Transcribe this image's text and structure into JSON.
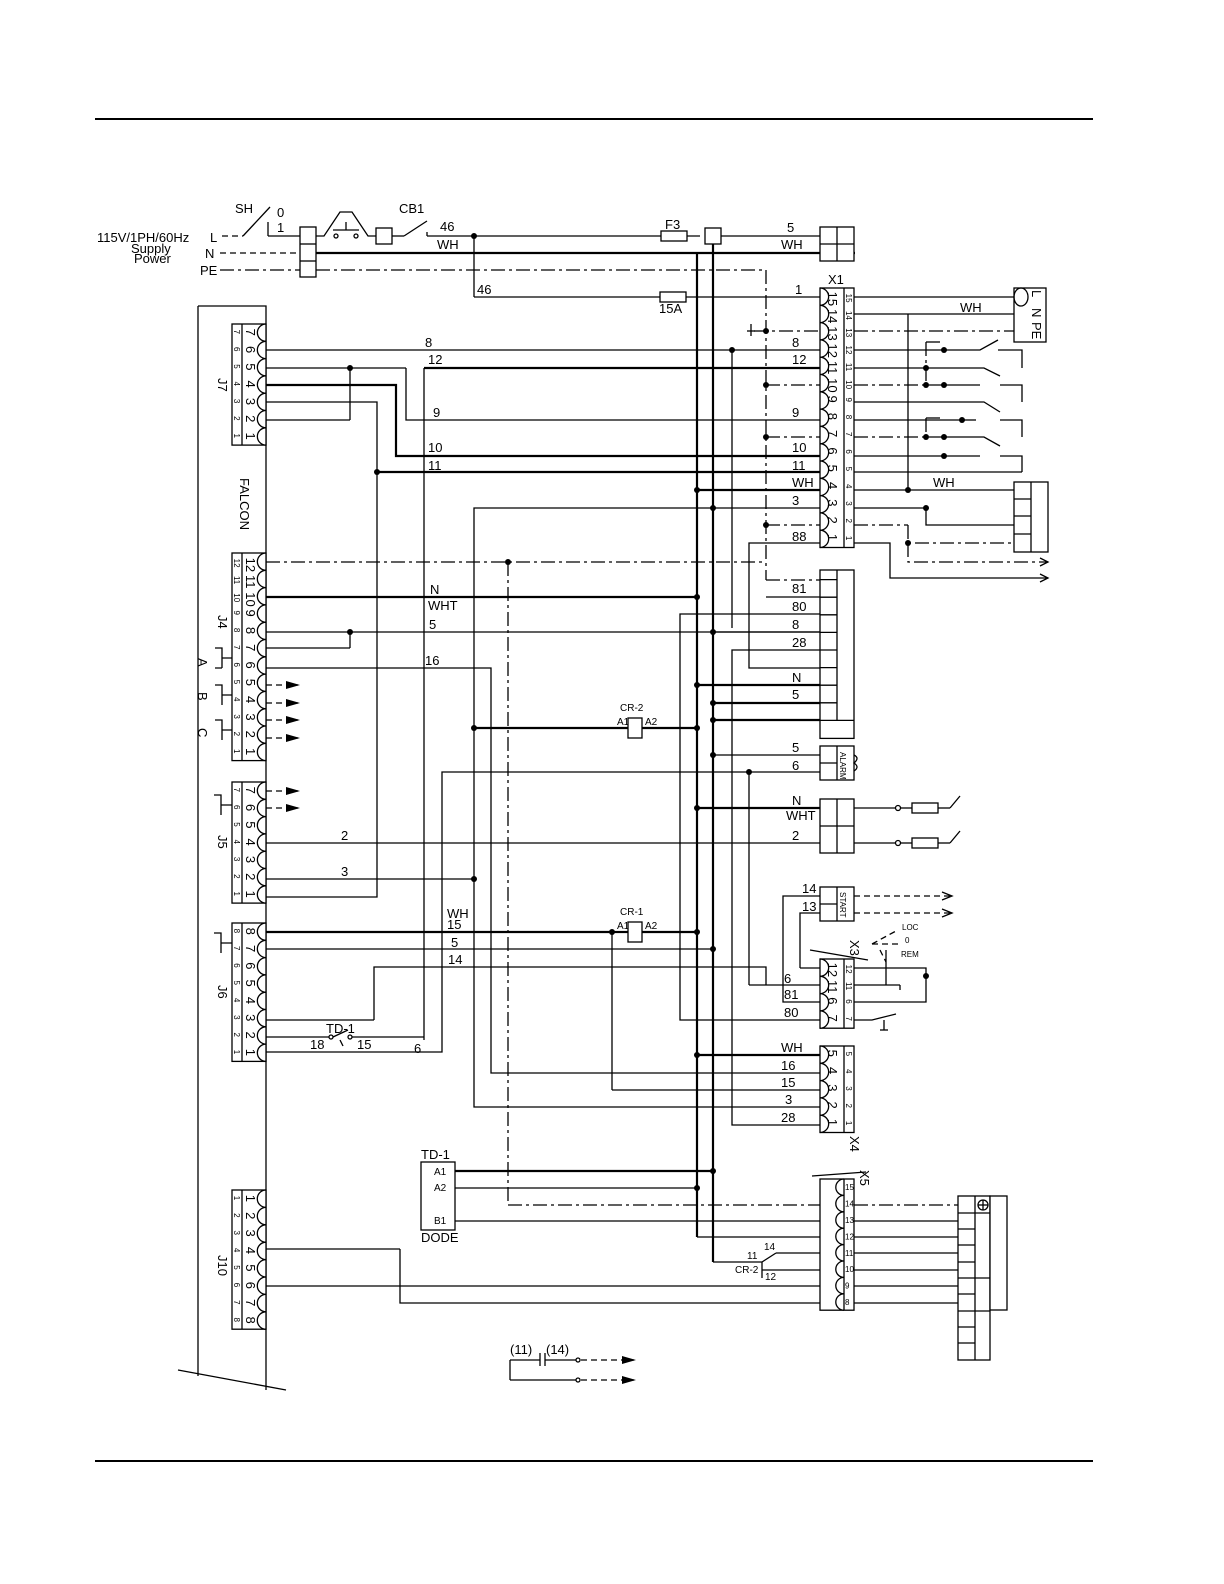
{
  "supply": {
    "spec": "115V/1PH/60Hz",
    "line1": "Supply",
    "line2": "Power",
    "l": "L",
    "n": "N",
    "pe": "PE"
  },
  "switch": {
    "name": "SH",
    "off": "0",
    "on": "1"
  },
  "breaker": {
    "name": "CB1"
  },
  "fuse_f3": "F3",
  "fuse_15a": "15A",
  "controller_name": "FALCON",
  "connectors": {
    "j7": {
      "name": "J7",
      "pins": [
        "7",
        "6",
        "5",
        "4",
        "3",
        "2",
        "1"
      ]
    },
    "j4": {
      "name": "J4",
      "pins": [
        "12",
        "11",
        "10",
        "9",
        "8",
        "7",
        "6",
        "5",
        "4",
        "3",
        "2",
        "1"
      ]
    },
    "j5": {
      "name": "J5",
      "pins": [
        "7",
        "6",
        "5",
        "4",
        "3",
        "2",
        "1"
      ]
    },
    "j6": {
      "name": "J6",
      "pins": [
        "8",
        "7",
        "6",
        "5",
        "4",
        "3",
        "2",
        "1"
      ]
    },
    "j10": {
      "name": "J10",
      "pins": [
        "1",
        "2",
        "3",
        "4",
        "5",
        "6",
        "7",
        "8"
      ]
    }
  },
  "contact_labels": {
    "a": "A",
    "b": "B",
    "c": "C"
  },
  "terminals": {
    "x1": {
      "name": "X1",
      "pins": [
        "15",
        "14",
        "13",
        "12",
        "11",
        "10",
        "9",
        "8",
        "7",
        "6",
        "5",
        "4",
        "3",
        "2",
        "1"
      ]
    },
    "x3": {
      "name": "X3",
      "pins": [
        "12",
        "11",
        "6",
        "7"
      ]
    },
    "x4": {
      "name": "X4",
      "pins": [
        "5",
        "4",
        "3",
        "2",
        "1"
      ]
    },
    "x5": {
      "name": "X5",
      "pins": [
        "15",
        "14",
        "13",
        "12",
        "11",
        "10",
        "9",
        "8"
      ]
    }
  },
  "plug_labels": [
    "L",
    "N",
    "PE"
  ],
  "wire_labels": {
    "w46a": "46",
    "wh_top": "WH",
    "w46b": "46",
    "w5_top": "5",
    "wh_top2": "WH",
    "w1": "1",
    "j7_8": "8",
    "j7_12": "12",
    "j7_9": "9",
    "j7_10": "10",
    "j7_11": "11",
    "x1_8": "8",
    "x1_12": "12",
    "x1_9": "9",
    "x1_10": "10",
    "x1_11": "11",
    "x1_wh": "WH",
    "x1_3": "3",
    "x1_88": "88",
    "wh_plug": "WH",
    "wh_right": "WH",
    "j4_n": "N",
    "j4_wht": "WHT",
    "j4_5": "5",
    "j4_16": "16",
    "b_81": "81",
    "b_80": "80",
    "b_8": "8",
    "b_28": "28",
    "b_n": "N",
    "b_5": "5",
    "al_5": "5",
    "al_6": "6",
    "r_n": "N",
    "r_wht": "WHT",
    "r_2": "2",
    "j5_2": "2",
    "j5_3": "3",
    "j6_wh": "WH",
    "j6_15": "15",
    "j6_5": "5",
    "j6_14": "14",
    "s_14": "14",
    "s_13": "13",
    "x3_6": "6",
    "x3_81": "81",
    "x3_80": "80",
    "x4_wh": "WH",
    "x4_16": "16",
    "x4_15": "15",
    "x4_3": "3",
    "x4_28": "28",
    "td_18": "18",
    "td_15": "15",
    "td_6": "6",
    "cr2_11": "11",
    "cr2_14": "14",
    "cr2_12": "12"
  },
  "relays": {
    "cr2": {
      "name": "CR-2",
      "a1": "A1",
      "a2": "A2"
    },
    "cr1": {
      "name": "CR-1",
      "a1": "A1",
      "a2": "A2"
    }
  },
  "td1": {
    "name": "TD-1",
    "a1": "A1",
    "a2": "A2",
    "b1": "B1",
    "sub": "DODE"
  },
  "td1_contact": "TD-1",
  "cr2_contact": "CR-2",
  "alarm_label": "ALARM",
  "start_label": "START",
  "selector": {
    "loc": "LOC",
    "off": "0",
    "rem": "REM"
  },
  "legend": {
    "left": "(11)",
    "right": "(14)"
  }
}
